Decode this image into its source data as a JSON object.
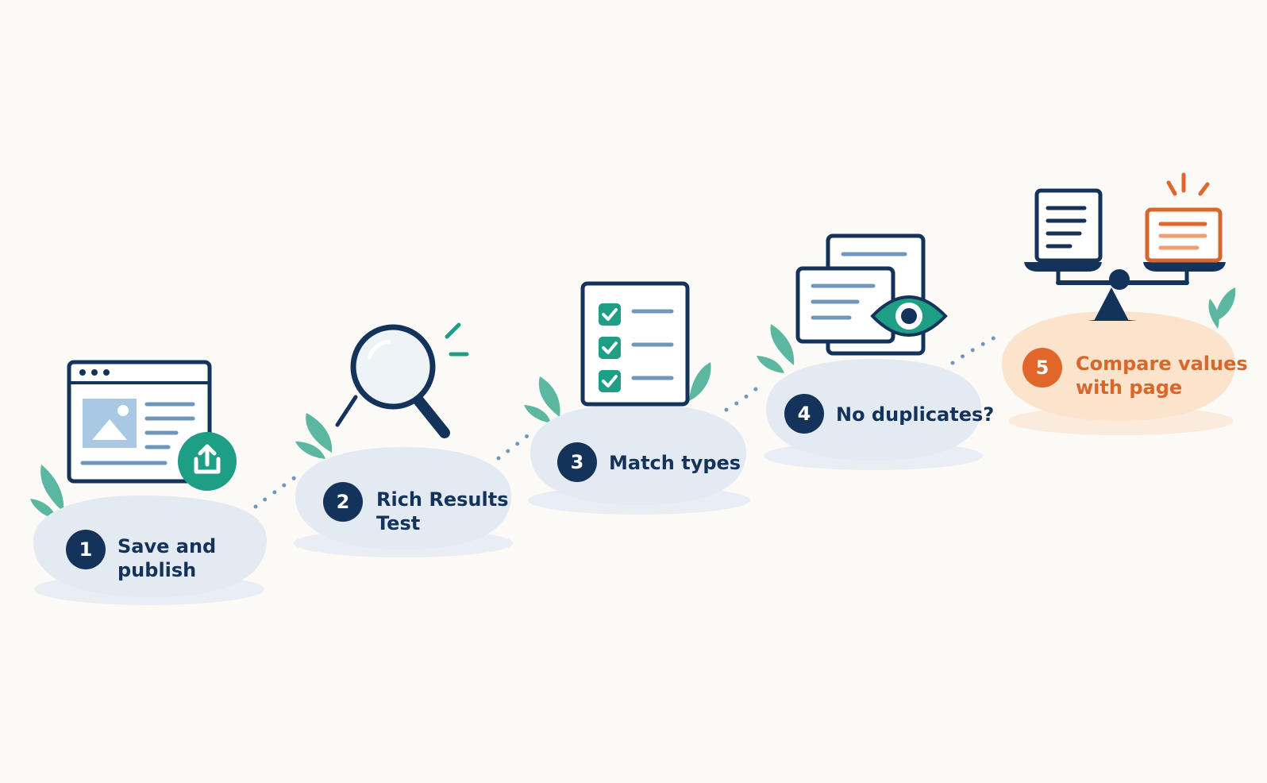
{
  "colors": {
    "navy": "#14335a",
    "teal": "#1f9e86",
    "leaf": "#5bb7a0",
    "orange": "#e0662a",
    "stone": "#e3eaf1",
    "stone_accent": "#fbe3cc",
    "background": "#fbfaf7"
  },
  "steps": [
    {
      "number": "1",
      "line1": "Save and",
      "line2": "publish",
      "icon": "browser-upload-icon"
    },
    {
      "number": "2",
      "line1": "Rich Results",
      "line2": "Test",
      "icon": "magnifier-icon"
    },
    {
      "number": "3",
      "line1": "Match types",
      "line2": "",
      "icon": "checklist-icon"
    },
    {
      "number": "4",
      "line1": "No duplicates?",
      "line2": "",
      "icon": "documents-eye-icon"
    },
    {
      "number": "5",
      "line1": "Compare values",
      "line2": "with page",
      "icon": "balance-scale-icon",
      "highlight": true
    }
  ]
}
